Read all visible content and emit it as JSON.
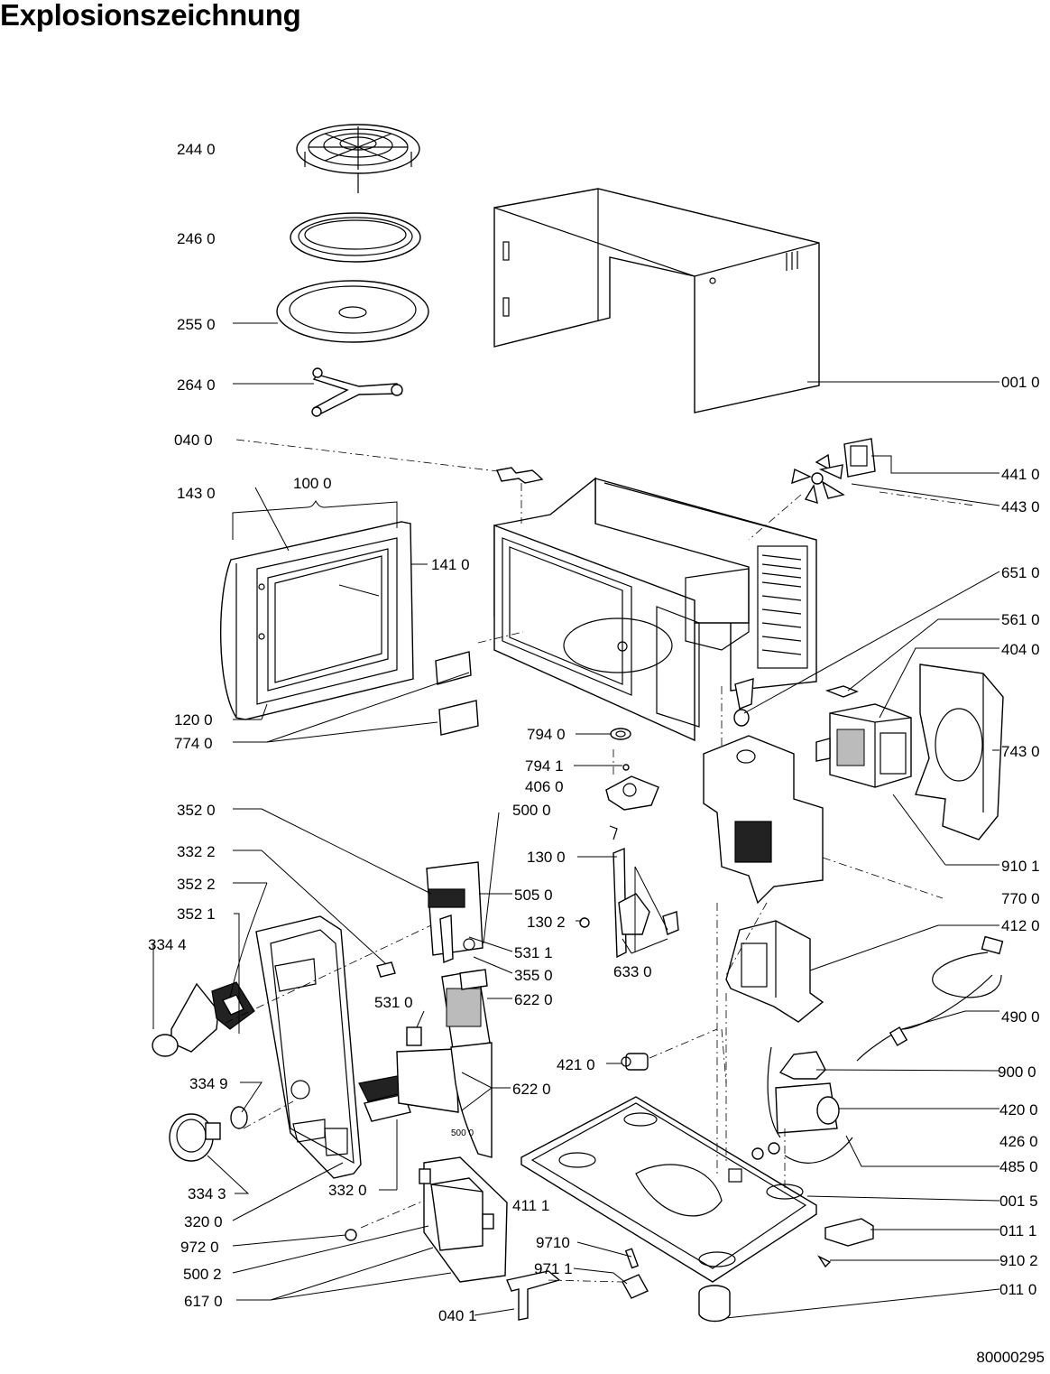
{
  "title": "Explosionszeichnung",
  "document_number": "80000295",
  "callouts": [
    {
      "id": "c2440",
      "text": "244 0"
    },
    {
      "id": "c2460",
      "text": "246 0"
    },
    {
      "id": "c2550",
      "text": "255 0"
    },
    {
      "id": "c2640",
      "text": "264 0"
    },
    {
      "id": "c0400",
      "text": "040 0"
    },
    {
      "id": "c1430",
      "text": "143  0"
    },
    {
      "id": "c1000",
      "text": "100 0"
    },
    {
      "id": "c1410",
      "text": "141 0"
    },
    {
      "id": "c1200",
      "text": "120 0"
    },
    {
      "id": "c7740",
      "text": "774 0"
    },
    {
      "id": "c0010",
      "text": "001 0"
    },
    {
      "id": "c4410",
      "text": "441 0"
    },
    {
      "id": "c4430",
      "text": "443 0"
    },
    {
      "id": "c6510",
      "text": "651 0"
    },
    {
      "id": "c5610",
      "text": "561 0"
    },
    {
      "id": "c4040",
      "text": "404 0"
    },
    {
      "id": "c7430",
      "text": "743 0"
    },
    {
      "id": "c7940",
      "text": "794 0"
    },
    {
      "id": "c7941",
      "text": "794 1"
    },
    {
      "id": "c4060",
      "text": "406 0"
    },
    {
      "id": "c3520",
      "text": "352 0"
    },
    {
      "id": "c5000",
      "text": "500 0"
    },
    {
      "id": "c3322",
      "text": "332 2"
    },
    {
      "id": "c1300",
      "text": "130 0"
    },
    {
      "id": "c9101",
      "text": "910 1"
    },
    {
      "id": "c3522",
      "text": "352 2"
    },
    {
      "id": "c5050",
      "text": "505 0"
    },
    {
      "id": "c7700",
      "text": "770 0"
    },
    {
      "id": "c3521",
      "text": "352 1"
    },
    {
      "id": "c1302",
      "text": "130 2"
    },
    {
      "id": "c4120",
      "text": "412 0"
    },
    {
      "id": "c3344",
      "text": "334 4"
    },
    {
      "id": "c5311",
      "text": "531 1"
    },
    {
      "id": "c3550",
      "text": "355 0"
    },
    {
      "id": "c6330",
      "text": "633 0"
    },
    {
      "id": "c6220a",
      "text": "622 0"
    },
    {
      "id": "c5310",
      "text": "531 0"
    },
    {
      "id": "c4900",
      "text": "490 0"
    },
    {
      "id": "c4210",
      "text": "421 0"
    },
    {
      "id": "c9000",
      "text": "900 0"
    },
    {
      "id": "c3349",
      "text": "334 9"
    },
    {
      "id": "c6220b",
      "text": "622 0"
    },
    {
      "id": "c4200",
      "text": "420 0"
    },
    {
      "id": "c4260",
      "text": "426 0"
    },
    {
      "id": "c5000b",
      "text": "500 0"
    },
    {
      "id": "c4850",
      "text": "485 0"
    },
    {
      "id": "c0015",
      "text": "001 5"
    },
    {
      "id": "c3343",
      "text": "334 3"
    },
    {
      "id": "c3320",
      "text": "332 0"
    },
    {
      "id": "c4111",
      "text": "411 1"
    },
    {
      "id": "c3200",
      "text": "320 0"
    },
    {
      "id": "c0111",
      "text": "011 1"
    },
    {
      "id": "c9720",
      "text": "972 0"
    },
    {
      "id": "c9710",
      "text": "9710"
    },
    {
      "id": "c9102",
      "text": "910 2"
    },
    {
      "id": "c5002",
      "text": "500 2"
    },
    {
      "id": "c9711",
      "text": "971 1"
    },
    {
      "id": "c6170",
      "text": "617 0"
    },
    {
      "id": "c0110",
      "text": "011 0"
    },
    {
      "id": "c0401",
      "text": "040 1"
    }
  ]
}
